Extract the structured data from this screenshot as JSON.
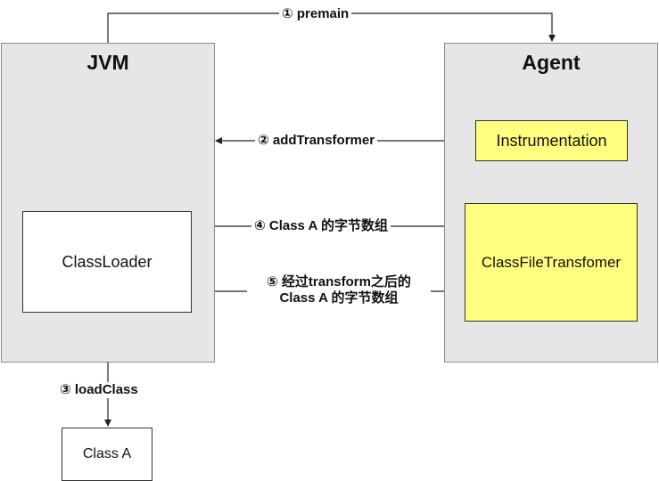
{
  "jvm": {
    "title": "JVM"
  },
  "agent": {
    "title": "Agent"
  },
  "boxes": {
    "instrumentation": "Instrumentation",
    "classloader": "ClassLoader",
    "transformer": "ClassFileTransfomer",
    "class_a": "Class A"
  },
  "arrows": {
    "premain": "① premain",
    "add_transformer": "② addTransformer",
    "load_class": "③ loadClass",
    "class_a_bytes": "④ Class A 的字节数组",
    "transformed_line1": "⑤ 经过transform之后的",
    "transformed_line2": "Class A 的字节数组"
  },
  "colors": {
    "panel_bg": "#e6e6e6",
    "highlight_bg": "#ffff80"
  }
}
